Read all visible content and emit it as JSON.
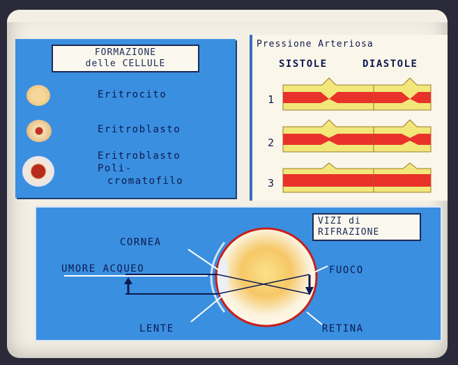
{
  "cells_panel": {
    "title_line1": "FORMAZIONE",
    "title_line2": "delle CELLULE",
    "items": [
      {
        "label": "Eritrocito"
      },
      {
        "label": "Eritroblasto"
      },
      {
        "label_line1": "Eritroblasto",
        "label_line2": "Poli-",
        "label_line3": "cromatofilo"
      }
    ]
  },
  "pressure_panel": {
    "title": "Pressione Arteriosa",
    "col_systole": "SISTOLE",
    "col_diastole": "DIASTOLE",
    "rows": [
      "1",
      "2",
      "3"
    ]
  },
  "eye_panel": {
    "title_line1": "VIZI di",
    "title_line2": "RIFRAZIONE",
    "labels": {
      "cornea": "CORNEA",
      "aqueous": "UMORE ACQUEO",
      "lens": "LENTE",
      "focus": "FUOCO",
      "retina": "RETINA"
    }
  },
  "colors": {
    "panel_blue": "#3a8fe0",
    "vessel_red": "#e8322a",
    "vessel_yellow": "#f2e77a",
    "text_navy": "#0e1a4f"
  }
}
